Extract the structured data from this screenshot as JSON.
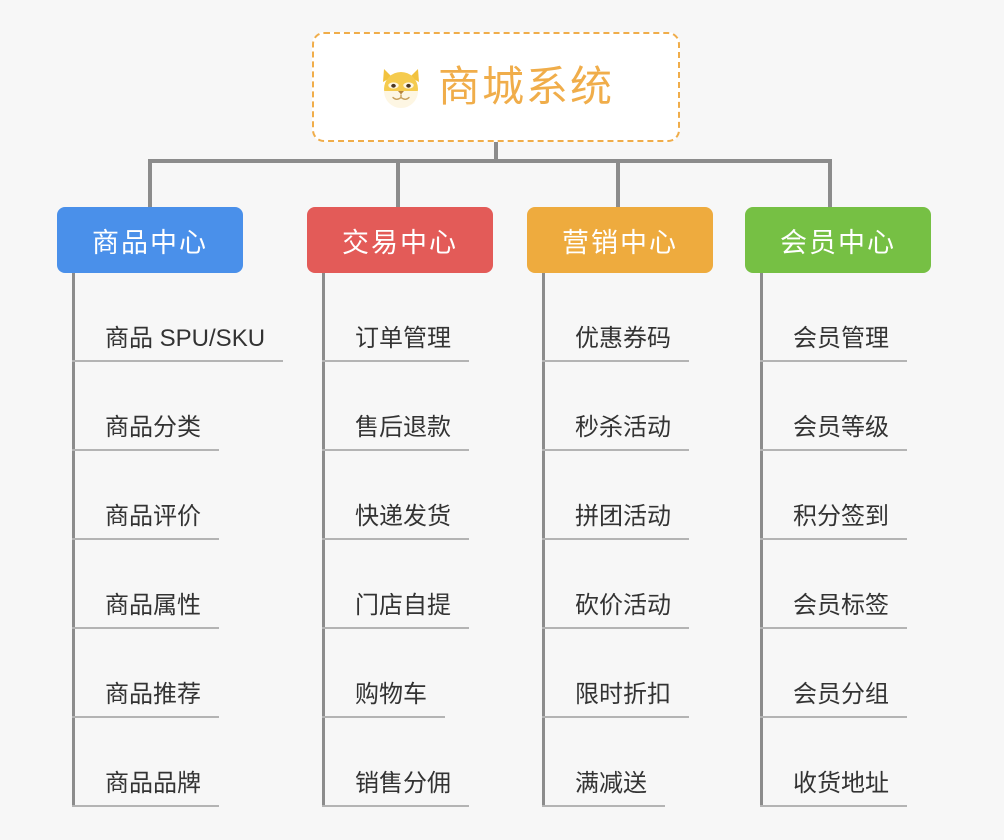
{
  "canvas": {
    "background_color": "#f7f7f7",
    "connector_color": "#8c8c8c",
    "leaf_underline_color": "#b4b4b4",
    "leaf_text_color": "#333333"
  },
  "root": {
    "title": "商城系统",
    "icon": "dog-face-icon",
    "text_color": "#f0ad4a",
    "border_color": "#f0ad4a",
    "background_color": "#ffffff"
  },
  "columns": [
    {
      "id": "product-center",
      "title": "商品中心",
      "color": "#4a90ea",
      "items": [
        "商品 SPU/SKU",
        "商品分类",
        "商品评价",
        "商品属性",
        "商品推荐",
        "商品品牌"
      ]
    },
    {
      "id": "trade-center",
      "title": "交易中心",
      "color": "#e35b58",
      "items": [
        "订单管理",
        "售后退款",
        "快递发货",
        "门店自提",
        "购物车",
        "销售分佣"
      ]
    },
    {
      "id": "marketing-center",
      "title": "营销中心",
      "color": "#eeab3e",
      "items": [
        "优惠券码",
        "秒杀活动",
        "拼团活动",
        "砍价活动",
        "限时折扣",
        "满减送"
      ]
    },
    {
      "id": "member-center",
      "title": "会员中心",
      "color": "#76c044",
      "items": [
        "会员管理",
        "会员等级",
        "积分签到",
        "会员标签",
        "会员分组",
        "收货地址"
      ]
    }
  ]
}
